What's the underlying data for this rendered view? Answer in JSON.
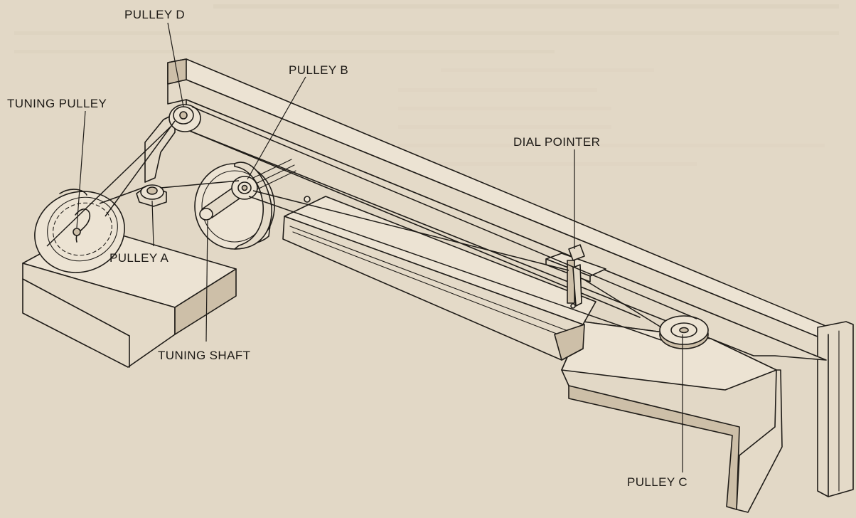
{
  "labels": {
    "pulley_d": "PULLEY D",
    "pulley_b": "PULLEY B",
    "tuning_pulley": "TUNING PULLEY",
    "dial_pointer": "DIAL POINTER",
    "pulley_a": "PULLEY A",
    "tuning_shaft": "TUNING SHAFT",
    "pulley_c": "PULLEY C"
  },
  "colors": {
    "paper": "#e2d8c6",
    "ink": "#1f1c18"
  }
}
